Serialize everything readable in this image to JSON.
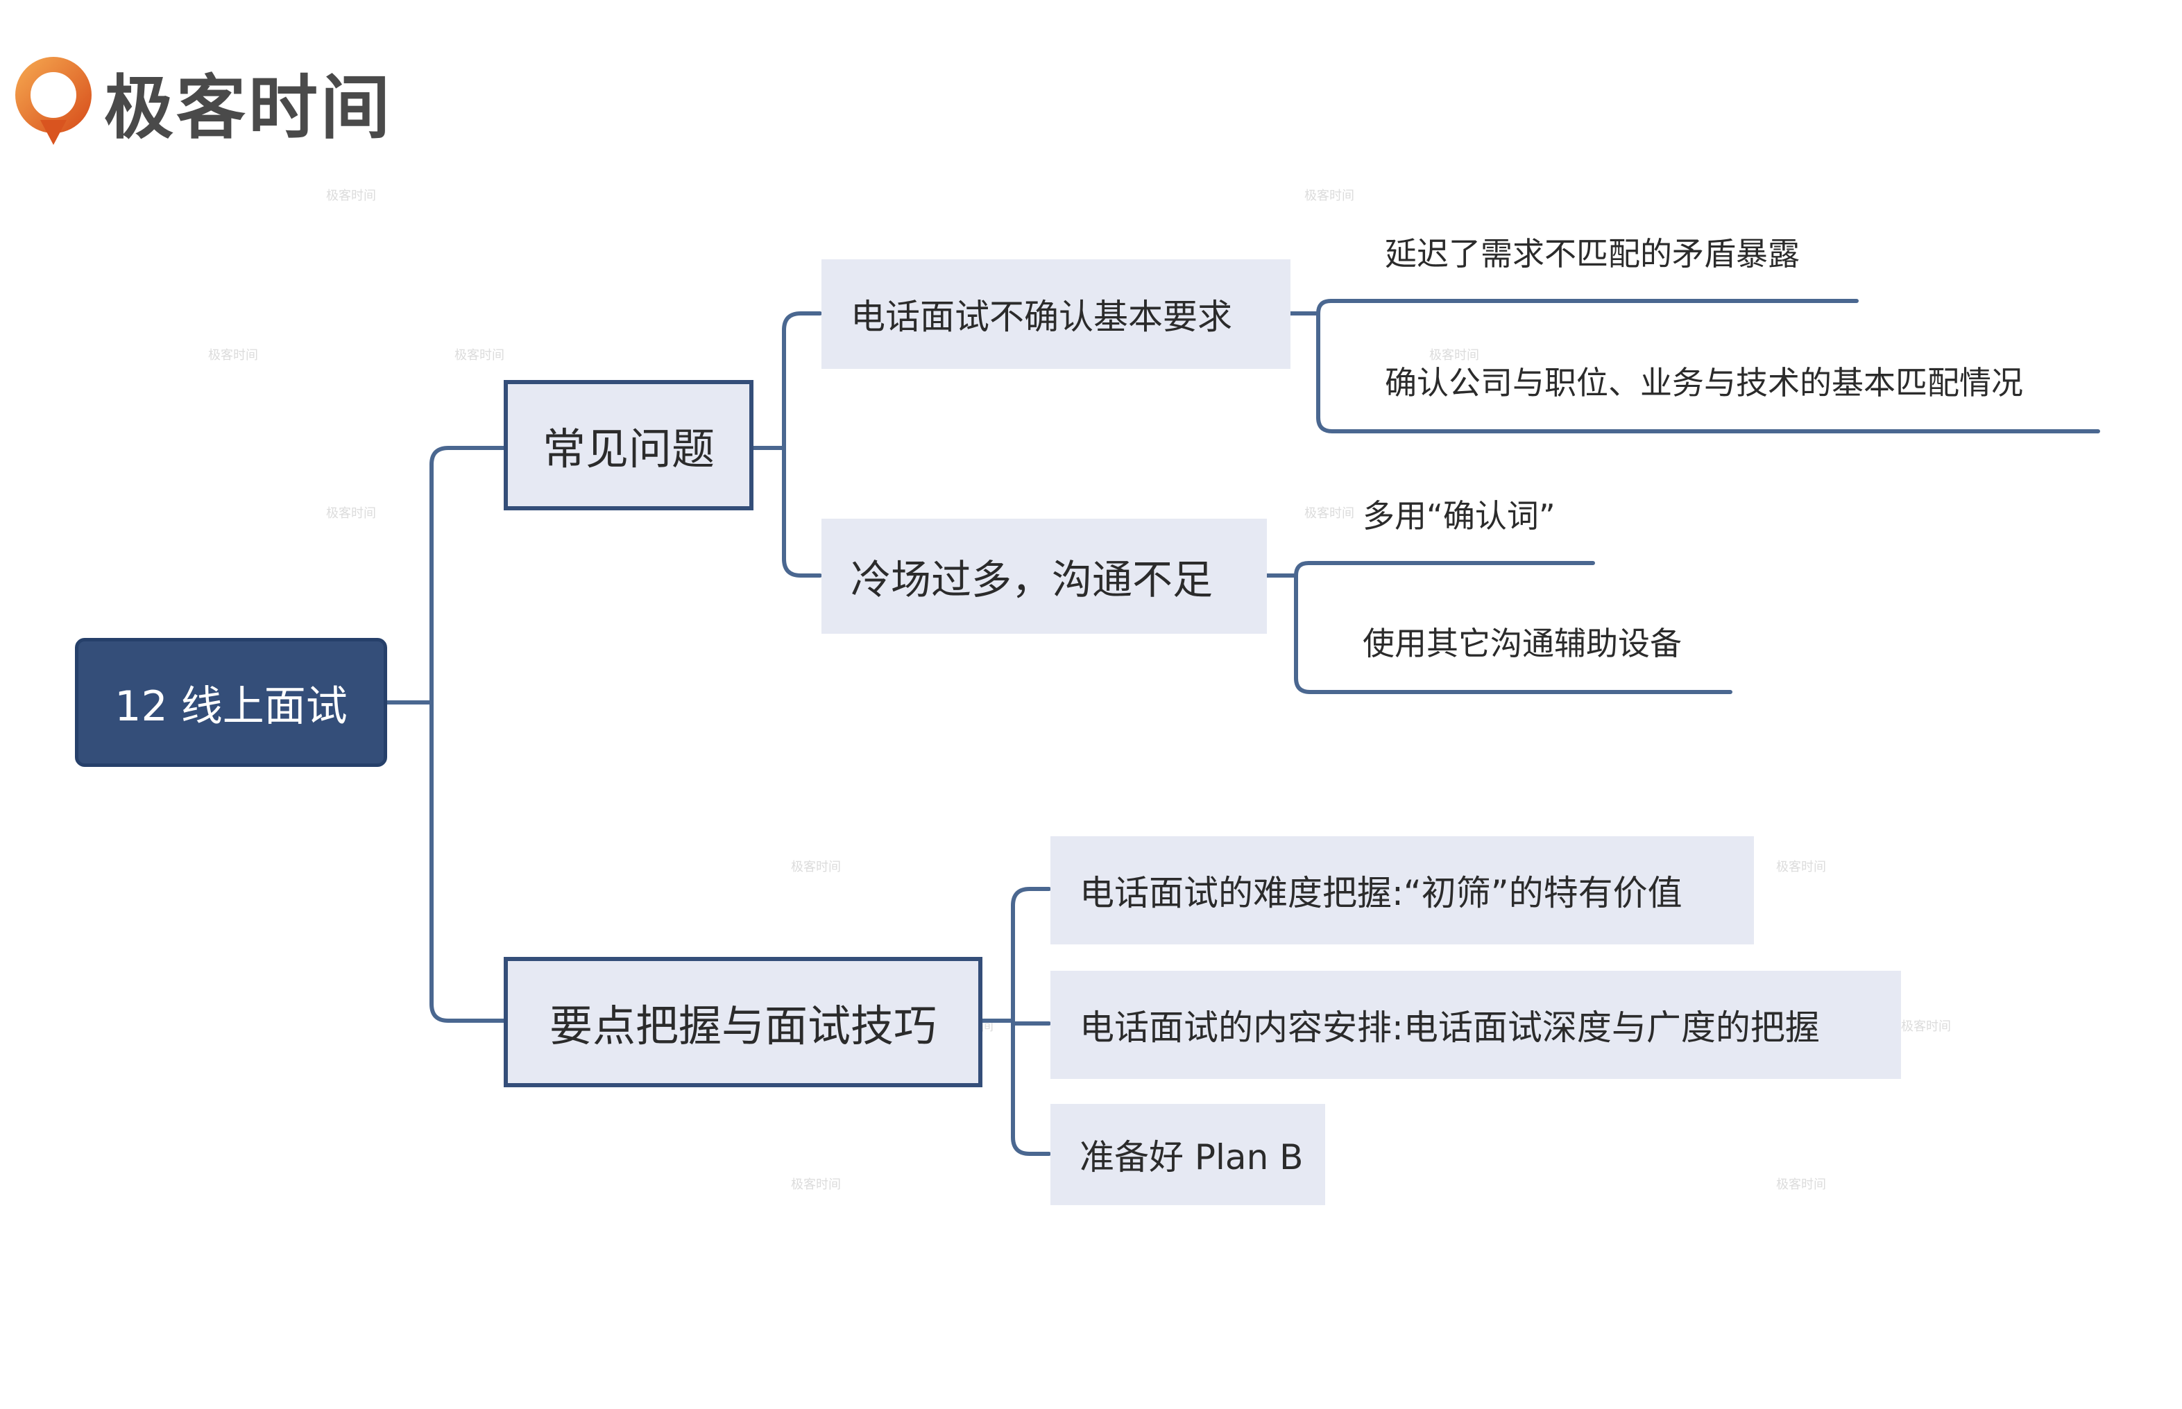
{
  "brand": {
    "name": "极客时间",
    "watermark": "极客时间"
  },
  "mindmap": {
    "root": "12 线上面试",
    "branches": [
      {
        "label": "常见问题",
        "children": [
          {
            "label": "电话面试不确认基本要求",
            "children": [
              "延迟了需求不匹配的矛盾暴露",
              "确认公司与职位、业务与技术的基本匹配情况"
            ]
          },
          {
            "label": "冷场过多，沟通不足",
            "children": [
              "多用“确认词”",
              "使用其它沟通辅助设备"
            ]
          }
        ]
      },
      {
        "label": "要点把握与面试技巧",
        "children": [
          {
            "label": "电话面试的难度把握:“初筛”的特有价值"
          },
          {
            "label": "电话面试的内容安排:电话面试深度与广度的把握"
          },
          {
            "label": "准备好 Plan B"
          }
        ]
      }
    ]
  },
  "colors": {
    "line": "#4a6790",
    "node_fill": "#e6e9f3",
    "root_fill": "#344e79",
    "logo_orange": "#e8772e"
  }
}
